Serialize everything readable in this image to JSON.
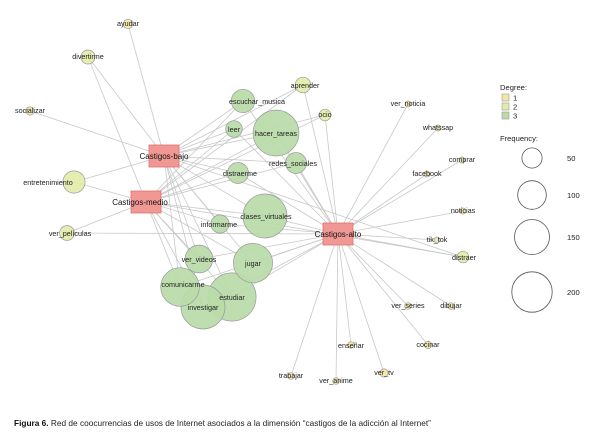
{
  "nodes": [
    {
      "id": "castigos_bajo",
      "label": "Castigos-bajo",
      "kind": "hub"
    },
    {
      "id": "castigos_medio",
      "label": "Castigos-medio",
      "kind": "hub"
    },
    {
      "id": "castigos_alto",
      "label": "Castigos-alto",
      "kind": "hub"
    },
    {
      "id": "ayudar",
      "label": "ayudar",
      "degree": 1,
      "frequency": 8
    },
    {
      "id": "divertirme",
      "label": "divertirme",
      "degree": 2,
      "frequency": 18
    },
    {
      "id": "socializar",
      "label": "socializar",
      "degree": 1,
      "frequency": 6
    },
    {
      "id": "entretenimiento",
      "label": "entretenimiento",
      "degree": 2,
      "frequency": 45
    },
    {
      "id": "ver_peliculas",
      "label": "ver_películas",
      "degree": 2,
      "frequency": 20
    },
    {
      "id": "aprender",
      "label": "aprender",
      "degree": 2,
      "frequency": 22
    },
    {
      "id": "ocio",
      "label": "ocio",
      "degree": 2,
      "frequency": 12
    },
    {
      "id": "escuchar_musica",
      "label": "escuchar_musica",
      "degree": 3,
      "frequency": 50
    },
    {
      "id": "leer",
      "label": "leer",
      "degree": 3,
      "frequency": 25
    },
    {
      "id": "hacer_tareas",
      "label": "hacer_tareas",
      "degree": 3,
      "frequency": 190
    },
    {
      "id": "redes_sociales",
      "label": "redes_sociales",
      "degree": 3,
      "frequency": 40
    },
    {
      "id": "distraerme",
      "label": "distraerme",
      "degree": 3,
      "frequency": 40
    },
    {
      "id": "clases_virtuales",
      "label": "clases_virtuales",
      "degree": 3,
      "frequency": 175
    },
    {
      "id": "informarme",
      "label": "informarme",
      "degree": 3,
      "frequency": 30
    },
    {
      "id": "ver_videos",
      "label": "ver_videos",
      "degree": 3,
      "frequency": 70
    },
    {
      "id": "jugar",
      "label": "jugar",
      "degree": 3,
      "frequency": 140
    },
    {
      "id": "comunicarme",
      "label": "comunicarme",
      "degree": 3,
      "frequency": 135
    },
    {
      "id": "estudiar",
      "label": "estudiar",
      "degree": 3,
      "frequency": 210
    },
    {
      "id": "investigar",
      "label": "investigar",
      "degree": 3,
      "frequency": 175
    },
    {
      "id": "ver_noticia",
      "label": "ver_noticia",
      "degree": 1,
      "frequency": 3
    },
    {
      "id": "whatssap",
      "label": "whatssap",
      "degree": 1,
      "frequency": 3
    },
    {
      "id": "comprar",
      "label": "comprar",
      "degree": 1,
      "frequency": 3
    },
    {
      "id": "facebook",
      "label": "facebook",
      "degree": 1,
      "frequency": 3
    },
    {
      "id": "noticias",
      "label": "noticias",
      "degree": 1,
      "frequency": 3
    },
    {
      "id": "tik_tok",
      "label": "tik_tok",
      "degree": 1,
      "frequency": 3
    },
    {
      "id": "distraer",
      "label": "distraer",
      "degree": 2,
      "frequency": 12
    },
    {
      "id": "ver_series",
      "label": "ver_series",
      "degree": 1,
      "frequency": 4
    },
    {
      "id": "dibujar",
      "label": "dibujar",
      "degree": 1,
      "frequency": 4
    },
    {
      "id": "ensenar",
      "label": "enseñar",
      "degree": 1,
      "frequency": 4
    },
    {
      "id": "cocinar",
      "label": "cocinar",
      "degree": 1,
      "frequency": 5
    },
    {
      "id": "trabajar",
      "label": "trabajar",
      "degree": 1,
      "frequency": 4
    },
    {
      "id": "ver_anime",
      "label": "ver_anime",
      "degree": 1,
      "frequency": 4
    },
    {
      "id": "ver_tv",
      "label": "ver_tv",
      "degree": 1,
      "frequency": 6
    }
  ],
  "edges": [
    [
      "castigos_bajo",
      "ayudar"
    ],
    [
      "castigos_bajo",
      "divertirme"
    ],
    [
      "castigos_bajo",
      "socializar"
    ],
    [
      "castigos_bajo",
      "entretenimiento"
    ],
    [
      "castigos_bajo",
      "aprender"
    ],
    [
      "castigos_bajo",
      "ocio"
    ],
    [
      "castigos_bajo",
      "escuchar_musica"
    ],
    [
      "castigos_bajo",
      "leer"
    ],
    [
      "castigos_bajo",
      "hacer_tareas"
    ],
    [
      "castigos_bajo",
      "redes_sociales"
    ],
    [
      "castigos_bajo",
      "distraerme"
    ],
    [
      "castigos_bajo",
      "clases_virtuales"
    ],
    [
      "castigos_bajo",
      "informarme"
    ],
    [
      "castigos_bajo",
      "ver_videos"
    ],
    [
      "castigos_bajo",
      "jugar"
    ],
    [
      "castigos_bajo",
      "comunicarme"
    ],
    [
      "castigos_bajo",
      "estudiar"
    ],
    [
      "castigos_bajo",
      "investigar"
    ],
    [
      "castigos_bajo",
      "distraer"
    ],
    [
      "castigos_medio",
      "divertirme"
    ],
    [
      "castigos_medio",
      "entretenimiento"
    ],
    [
      "castigos_medio",
      "ver_peliculas"
    ],
    [
      "castigos_medio",
      "escuchar_musica"
    ],
    [
      "castigos_medio",
      "leer"
    ],
    [
      "castigos_medio",
      "hacer_tareas"
    ],
    [
      "castigos_medio",
      "redes_sociales"
    ],
    [
      "castigos_medio",
      "distraerme"
    ],
    [
      "castigos_medio",
      "clases_virtuales"
    ],
    [
      "castigos_medio",
      "informarme"
    ],
    [
      "castigos_medio",
      "ver_videos"
    ],
    [
      "castigos_medio",
      "jugar"
    ],
    [
      "castigos_medio",
      "comunicarme"
    ],
    [
      "castigos_medio",
      "estudiar"
    ],
    [
      "castigos_medio",
      "investigar"
    ],
    [
      "castigos_medio",
      "aprender"
    ],
    [
      "castigos_medio",
      "ocio"
    ],
    [
      "castigos_medio",
      "distraer"
    ],
    [
      "castigos_alto",
      "ver_peliculas"
    ],
    [
      "castigos_alto",
      "aprender"
    ],
    [
      "castigos_alto",
      "ocio"
    ],
    [
      "castigos_alto",
      "escuchar_musica"
    ],
    [
      "castigos_alto",
      "leer"
    ],
    [
      "castigos_alto",
      "hacer_tareas"
    ],
    [
      "castigos_alto",
      "redes_sociales"
    ],
    [
      "castigos_alto",
      "distraerme"
    ],
    [
      "castigos_alto",
      "clases_virtuales"
    ],
    [
      "castigos_alto",
      "informarme"
    ],
    [
      "castigos_alto",
      "ver_videos"
    ],
    [
      "castigos_alto",
      "jugar"
    ],
    [
      "castigos_alto",
      "comunicarme"
    ],
    [
      "castigos_alto",
      "estudiar"
    ],
    [
      "castigos_alto",
      "investigar"
    ],
    [
      "castigos_alto",
      "ver_noticia"
    ],
    [
      "castigos_alto",
      "whatssap"
    ],
    [
      "castigos_alto",
      "comprar"
    ],
    [
      "castigos_alto",
      "facebook"
    ],
    [
      "castigos_alto",
      "noticias"
    ],
    [
      "castigos_alto",
      "tik_tok"
    ],
    [
      "castigos_alto",
      "distraer"
    ],
    [
      "castigos_alto",
      "ver_series"
    ],
    [
      "castigos_alto",
      "dibujar"
    ],
    [
      "castigos_alto",
      "ensenar"
    ],
    [
      "castigos_alto",
      "cocinar"
    ],
    [
      "castigos_alto",
      "trabajar"
    ],
    [
      "castigos_alto",
      "ver_anime"
    ],
    [
      "castigos_alto",
      "ver_tv"
    ]
  ],
  "legend": {
    "degree_title": "Degree:",
    "degree_items": [
      {
        "label": "1",
        "color": "#f3e7a5"
      },
      {
        "label": "2",
        "color": "#e3ebaa"
      },
      {
        "label": "3",
        "color": "#b8dba8"
      }
    ],
    "frequency_title": "Frequency:",
    "frequency_items": [
      50,
      100,
      150,
      200
    ]
  },
  "colors": {
    "hub_fill": "#f19895",
    "hub_stroke": "#e07070",
    "edge": "#c8c8c8",
    "node_stroke": "#9a9a9a"
  },
  "caption": {
    "prefix": "Figura 6.",
    "text": " Red de coocurrencias de usos de Internet asociados a la dimensión “castigos de la adicción al Internet”"
  }
}
